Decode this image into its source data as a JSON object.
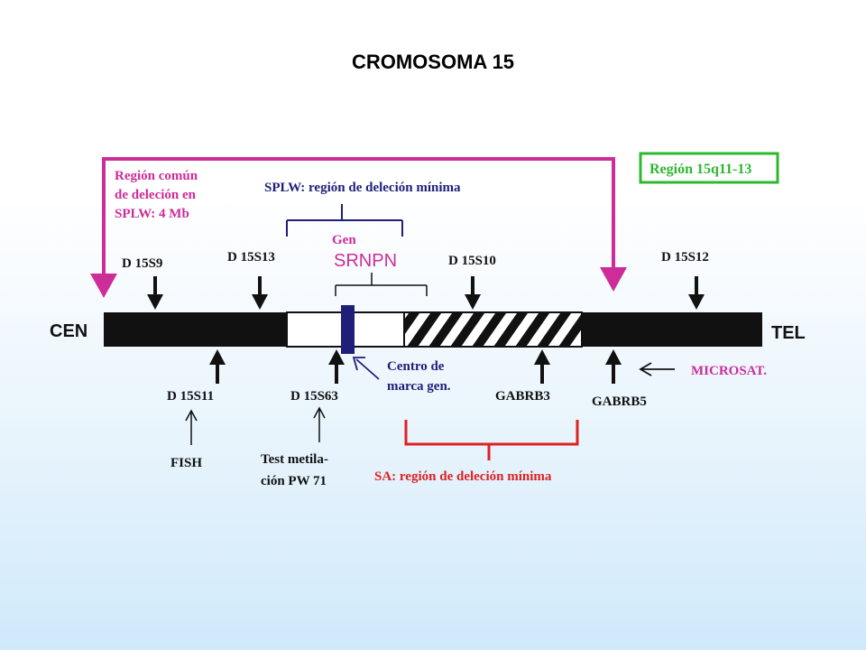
{
  "title": "CROMOSOMA 15",
  "chromosome": {
    "left_label": "CEN",
    "right_label": "TEL"
  },
  "region_common": {
    "lines": [
      "Región común",
      "de deleción en",
      "SPLW: 4 Mb"
    ]
  },
  "region_15q": "Región 15q11-13",
  "splw_label": "SPLW: región de deleción mínima",
  "gen_label": "Gen",
  "srnpn_label": "SRNPN",
  "markers_top": [
    "D 15S9",
    "D 15S13",
    "D 15S10",
    "D 15S12"
  ],
  "markers_bottom": [
    "D 15S11",
    "D 15S63",
    "GABRB3",
    "GABRB5"
  ],
  "centro_label": {
    "lines": [
      "Centro de",
      "marca gen."
    ]
  },
  "microsat_label": "MICROSAT.",
  "fish_label": "FISH",
  "test_label": {
    "lines": [
      "Test  metila-",
      "ción PW 71"
    ]
  },
  "sa_label": "SA: región de deleción mínima",
  "colors": {
    "magenta": "#cc2d99",
    "green": "#2eb82e",
    "navy": "#1f1f7a",
    "red": "#dd2222",
    "black": "#111111"
  }
}
